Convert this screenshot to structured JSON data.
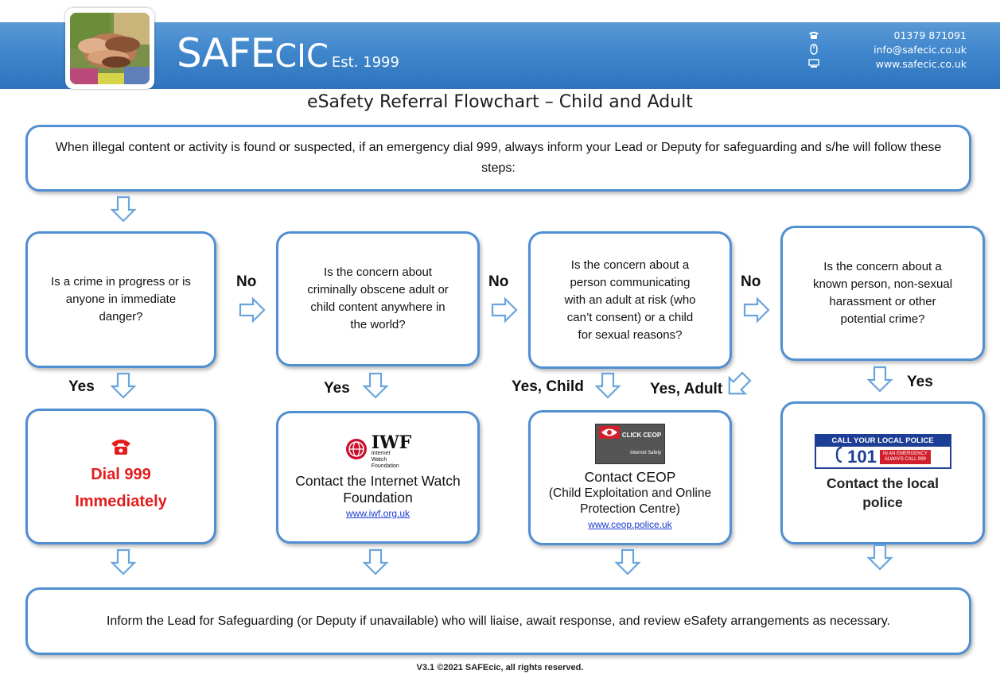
{
  "brand": {
    "name_main": "SAFE",
    "name_cic": "CIC",
    "est": "Est. 1999"
  },
  "contact": {
    "phone": "01379 871091",
    "email": "info@safecic.co.uk",
    "website": "www.safecic.co.uk"
  },
  "title": "eSafety Referral Flowchart – Child and Adult",
  "intro": "When illegal content or activity is found or suspected, if an emergency dial 999, always inform your Lead or Deputy for safeguarding and s/he will follow these steps:",
  "questions": [
    "Is a crime in progress or is anyone in immediate danger?",
    "Is the concern about criminally obscene adult or child content anywhere in the world?",
    "Is the concern about a person communicating with an adult at risk (who can’t consent) or a child for sexual reasons?",
    "Is the concern about a known person, non-sexual harassment or other potential crime?"
  ],
  "labels": {
    "no": "No",
    "yes": "Yes",
    "yes_child": "Yes, Child",
    "yes_adult": "Yes, Adult"
  },
  "actions": {
    "dial_line1": "Dial 999",
    "dial_line2": "Immediately",
    "iwf_logo": "IWF",
    "iwf_logo_sub": "Internet Watch Foundation",
    "iwf_title": "Contact the Internet Watch Foundation",
    "iwf_link": "www.iwf.org.uk",
    "ceop_badge": "CLICK CEOP",
    "ceop_badge_sub": "Internet Safety",
    "ceop_title": "Contact CEOP",
    "ceop_sub": "(Child Exploitation and Online Protection Centre)",
    "ceop_link": "www.ceop.police.uk",
    "police_banner": "CALL YOUR LOCAL POLICE",
    "police_number": "101",
    "police_emergency": "IN AN EMERGENCY ALWAYS CALL 999",
    "police_title": "Contact the local police"
  },
  "final": "Inform the Lead for Safeguarding (or Deputy if unavailable)  who will liaise, await response, and review eSafety arrangements as necessary.",
  "footer": "V3.1 ©2021 SAFEcic, all rights reserved.",
  "colors": {
    "header_blue": "#3f86cc",
    "box_border": "#4f8fd2",
    "arrow": "#6aa4dc",
    "alert_red": "#e41c1c",
    "link_blue": "#1a3ad0"
  },
  "icons": [
    "phone-icon",
    "mouse-icon",
    "computer-icon",
    "telephone-red-icon",
    "iwf-globe-icon",
    "ceop-eye-icon",
    "police-phone-icon",
    "arrow-down-icon",
    "arrow-right-icon",
    "arrow-diagonal-icon"
  ]
}
